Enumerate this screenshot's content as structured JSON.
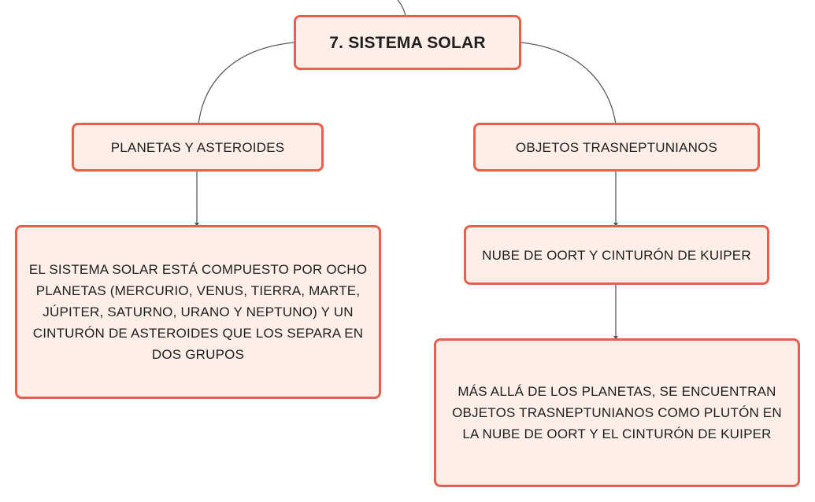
{
  "diagram": {
    "root": {
      "title": "7. SISTEMA SOLAR"
    },
    "left": {
      "heading": "PLANETAS Y ASTEROIDES",
      "description": "EL SISTEMA SOLAR ESTÁ COMPUESTO POR OCHO PLANETAS (MERCURIO, VENUS, TIERRA, MARTE, JÚPITER, SATURNO, URANO Y NEPTUNO) Y UN CINTURÓN DE ASTEROIDES QUE LOS SEPARA EN DOS GRUPOS"
    },
    "right": {
      "heading": "OBJETOS TRASNEPTUNIANOS",
      "subheading": "NUBE DE OORT Y CINTURÓN DE KUIPER",
      "description": "MÁS ALLÁ DE LOS PLANETAS, SE ENCUENTRAN OBJETOS TRASNEPTUNIANOS COMO PLUTÓN EN LA NUBE DE OORT Y EL CINTURÓN DE KUIPER"
    }
  },
  "colors": {
    "node_fill": "#fdeee8",
    "node_border": "#e8604c",
    "connector": "#5a5a5a"
  }
}
